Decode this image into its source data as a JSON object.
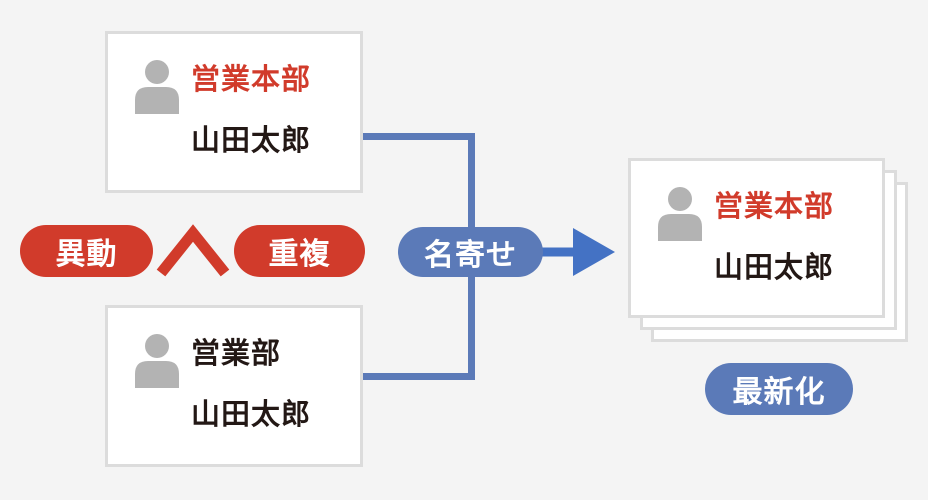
{
  "colors": {
    "background": "#f4f4f4",
    "card_bg": "#ffffff",
    "card_border": "#dcdcdc",
    "icon_gray": "#b3b3b3",
    "red": "#d13b2b",
    "blue": "#5b7ab8",
    "arrow_blue": "#4472c4",
    "text_dark": "#231815",
    "white": "#ffffff"
  },
  "source_cards": {
    "top": {
      "department": "営業本部",
      "name": "山田太郎"
    },
    "bottom": {
      "department": "営業部",
      "name": "山田太郎"
    }
  },
  "badges": {
    "transfer": "異動",
    "duplicate": "重複"
  },
  "merge": {
    "label": "名寄せ"
  },
  "result_card": {
    "department": "営業本部",
    "name": "山田太郎"
  },
  "updated": {
    "label": "最新化"
  },
  "icons": {
    "person": "person-icon",
    "caret": "caret-up-icon",
    "arrow": "arrow-right-icon"
  }
}
